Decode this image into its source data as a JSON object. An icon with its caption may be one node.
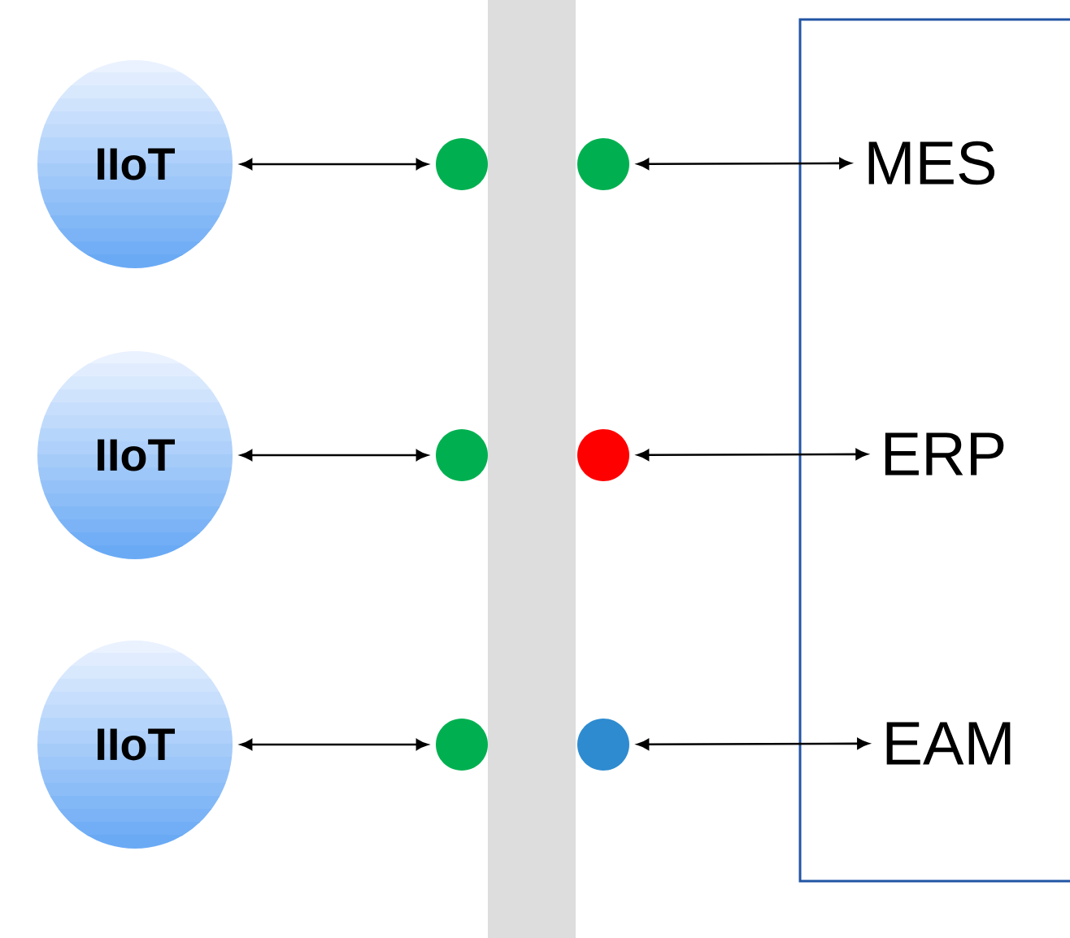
{
  "diagram": {
    "nodes": [
      {
        "text": [
          "IIoT"
        ]
      },
      {
        "text": [],
        "shape": "circle"
      },
      {
        "text": [],
        "shape": "circle"
      },
      {
        "text": [],
        "shape": "box"
      },
      {
        "text": [
          "MES"
        ],
        "in": 3
      },
      {
        "text": [
          "IIoT"
        ]
      },
      {
        "text": [],
        "shape": "circle"
      },
      {
        "text": [],
        "shape": "circle"
      },
      {
        "text": [
          "ERP"
        ],
        "in": 3
      },
      {
        "text": [
          "IIoT"
        ]
      },
      {
        "text": [],
        "shape": "circle"
      },
      {
        "text": [],
        "shape": "circle"
      },
      {
        "text": [
          "EAM"
        ],
        "in": 3
      },
      {
        "text": [],
        "shape": "bar"
      }
    ],
    "edges": [
      {
        "from": 0,
        "to": 1,
        "arrow": "both"
      },
      {
        "from": 2,
        "to": 4,
        "arrow": "both"
      },
      {
        "from": 5,
        "to": 6,
        "arrow": "both"
      },
      {
        "from": 7,
        "to": 8,
        "arrow": "both"
      },
      {
        "from": 9,
        "to": 10,
        "arrow": "both"
      },
      {
        "from": 11,
        "to": 12,
        "arrow": "both"
      }
    ]
  }
}
